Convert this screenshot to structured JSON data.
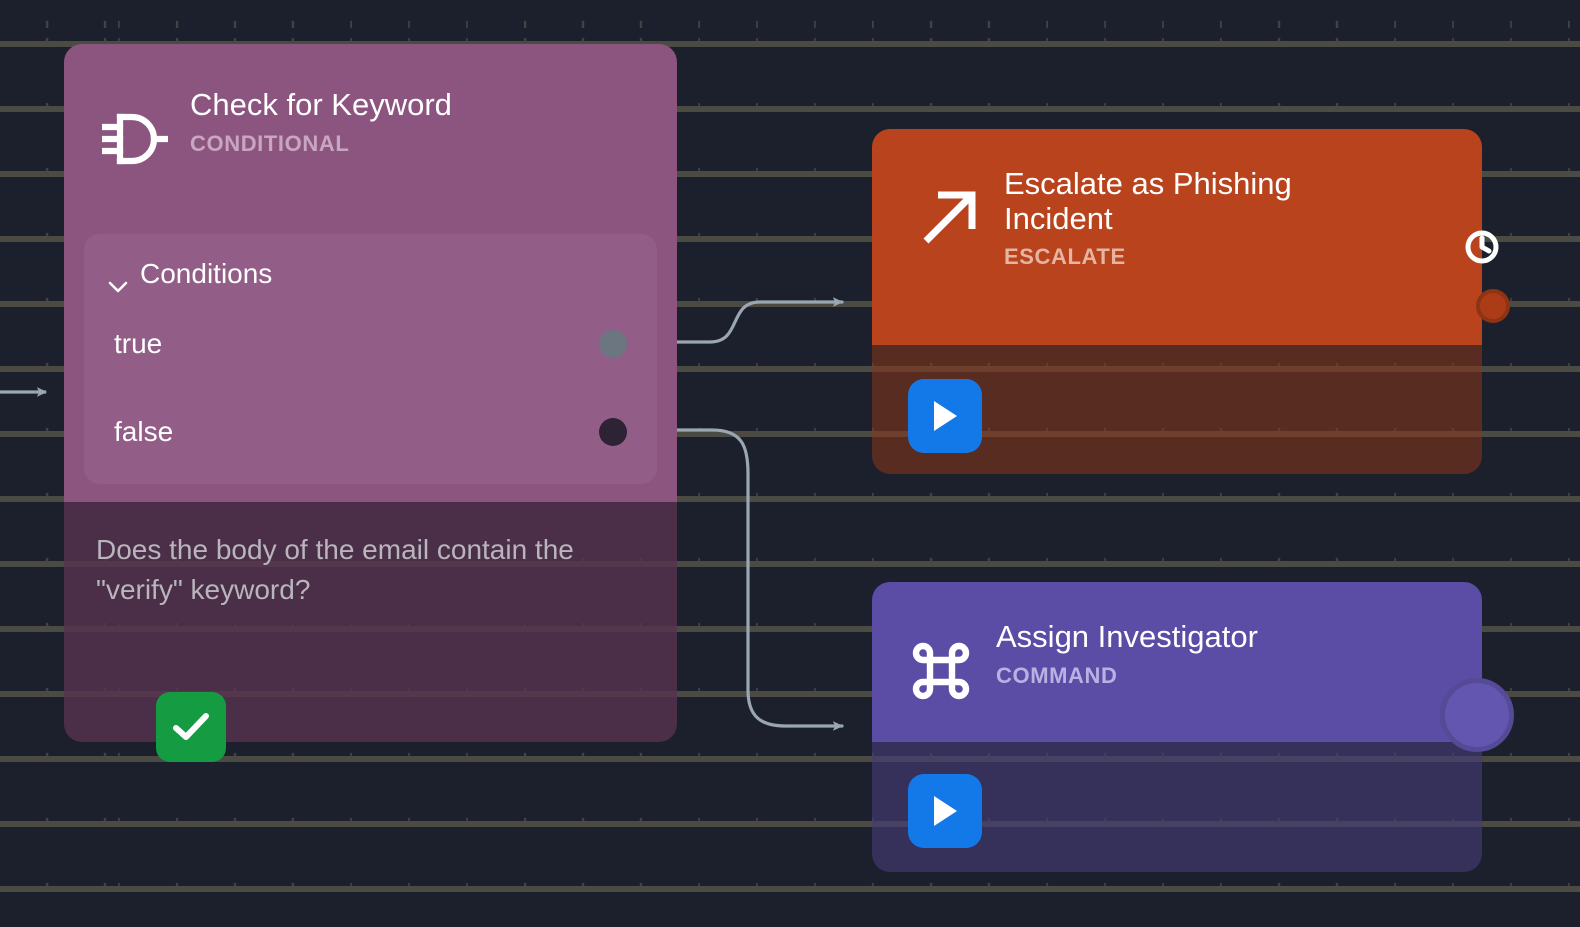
{
  "canvas": {
    "background_color": "#1b202c",
    "grid_dot_color": "#494a44"
  },
  "edges": [
    {
      "name": "edge-input-to-conditional",
      "from": "canvas-left",
      "to": "Check for Keyword",
      "color": "#9aa6b2"
    },
    {
      "name": "edge-true-to-escalate",
      "from_port": "true",
      "to": "Escalate as Phishing Incident",
      "color": "#9aa6b2"
    },
    {
      "name": "edge-false-to-command",
      "from_port": "false",
      "to": "Assign Investigator",
      "color": "#9aa6b2"
    }
  ],
  "nodes": {
    "conditional": {
      "title": "Check for Keyword",
      "kind": "CONDITIONAL",
      "icon": "logic-gate-icon",
      "header_color": "#8c5580",
      "body_color": "#58324f",
      "conditions": {
        "label": "Conditions",
        "expanded": true,
        "ports": [
          {
            "label": "true",
            "dot_color": "#6b7680"
          },
          {
            "label": "false",
            "dot_color": "#2e2335"
          }
        ]
      },
      "description": "Does the body of the email contain the \"verify\" keyword?",
      "status": {
        "name": "success-badge",
        "icon": "check-icon",
        "color": "#159b41"
      }
    },
    "escalate": {
      "title": "Escalate as Phishing Incident",
      "kind": "ESCALATE",
      "icon": "arrow-up-right-icon",
      "header_color": "#b8431c",
      "body_color": "#8c371a",
      "run_button": {
        "icon": "play-icon",
        "color": "#1479e8"
      },
      "output_port_color": "#ac3c17",
      "side_icon": "clock-icon"
    },
    "command": {
      "title": "Assign Investigator",
      "kind": "COMMAND",
      "icon": "command-icon",
      "header_color": "#5b4ca6",
      "body_color": "#463c78",
      "run_button": {
        "icon": "play-icon",
        "color": "#1479e8"
      },
      "output_port_color": "#6356b0"
    }
  }
}
